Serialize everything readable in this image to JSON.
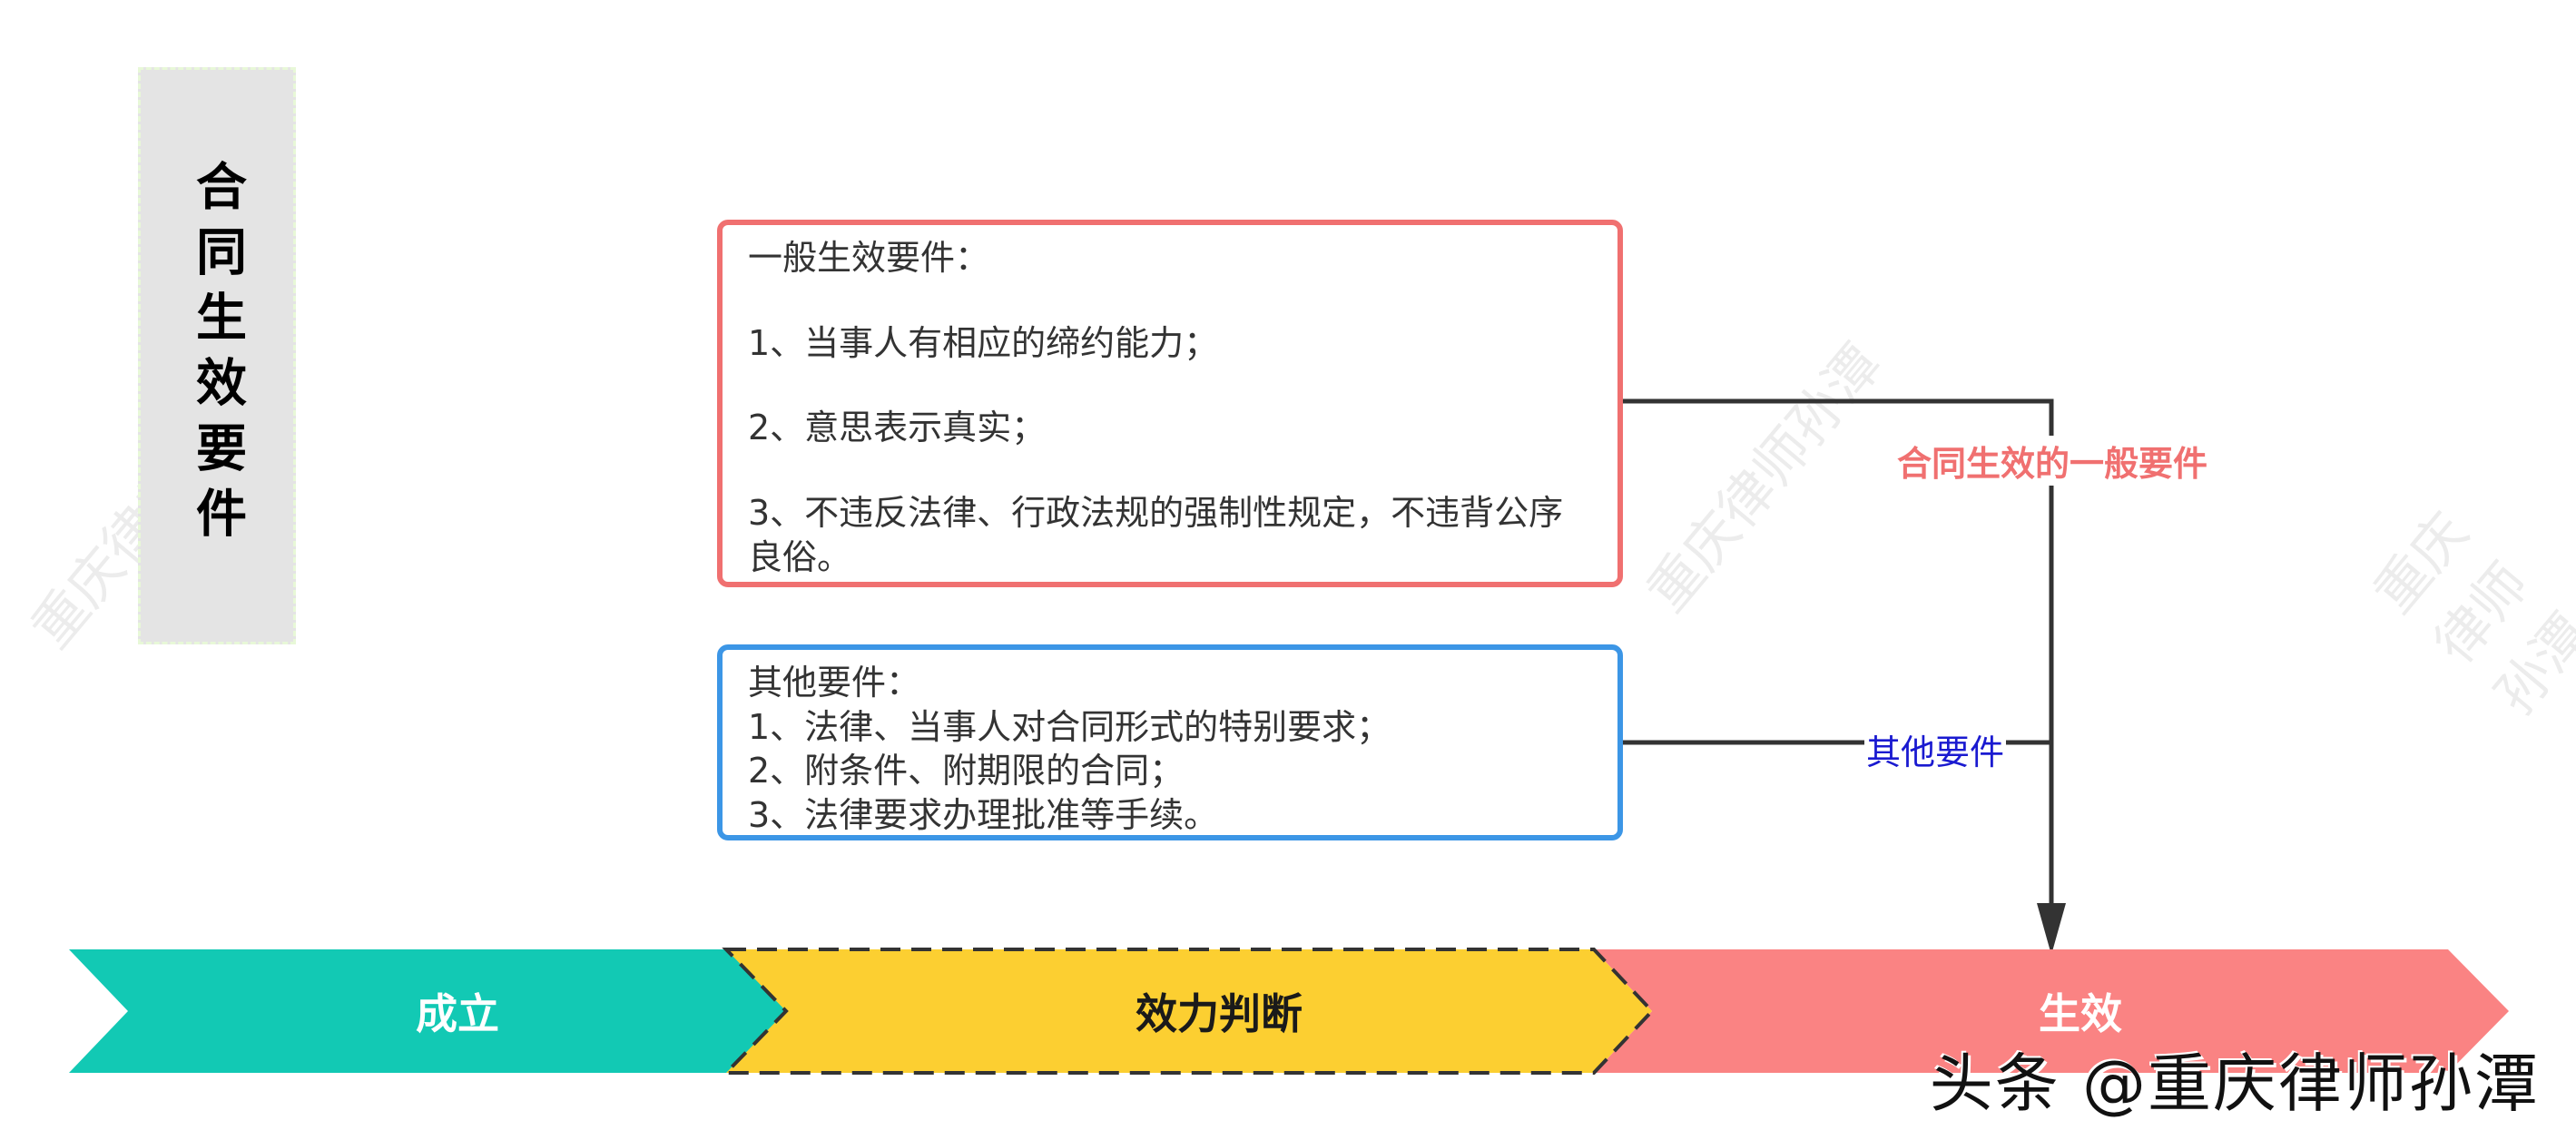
{
  "title": "合同生效要件",
  "general_requirements": {
    "heading": "一般生效要件：",
    "items": [
      "1、当事人有相应的缔约能力；",
      "2、意思表示真实；",
      "3、不违反法律、行政法规的强制性规定，不违背公序良俗。"
    ],
    "connector_label": "合同生效的一般要件",
    "color": "#f07070"
  },
  "other_requirements": {
    "heading": "其他要件：",
    "items": [
      "1、法律、当事人对合同形式的特别要求；",
      "2、附条件、附期限的合同；",
      "3、法律要求办理批准等手续。"
    ],
    "connector_label": "其他要件",
    "color": "#3c96e6",
    "label_color": "#1a1ad0"
  },
  "stages": [
    {
      "label": "成立",
      "color": "#12c9b4",
      "text_color": "#ffffff"
    },
    {
      "label": "效力判断",
      "color": "#fccf31",
      "text_color": "#1a1a1a"
    },
    {
      "label": "生效",
      "color": "#fa8383",
      "text_color": "#ffffff"
    }
  ],
  "watermark": "头条 @重庆律师孙潭",
  "background_watermark": "重庆律师孙潭"
}
